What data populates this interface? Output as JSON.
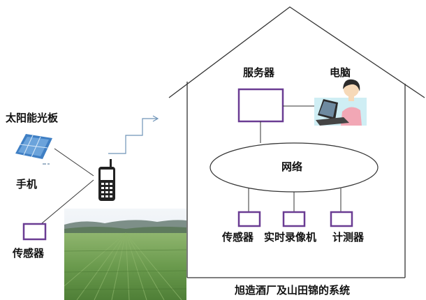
{
  "labels": {
    "solar_panel": "太阳能光板",
    "phone": "手机",
    "field_sensor": "传感器",
    "server": "服务器",
    "computer": "电脑",
    "network": "网络",
    "sensor": "传感器",
    "recorder": "实时录像机",
    "meter": "计测器",
    "system_title": "旭造酒厂及山田锦的系统"
  },
  "colors": {
    "device_box": "#6a3c93",
    "line": "#333333",
    "arrow": "#6f94b8",
    "sky": "#e7edf3",
    "field": "#74a35a",
    "panel": "#3f7fc4"
  },
  "icons": {
    "solar_panel": "solar-panel-icon",
    "phone": "mobile-phone-icon",
    "computer": "person-at-computer-icon",
    "field": "rice-field-photo"
  }
}
